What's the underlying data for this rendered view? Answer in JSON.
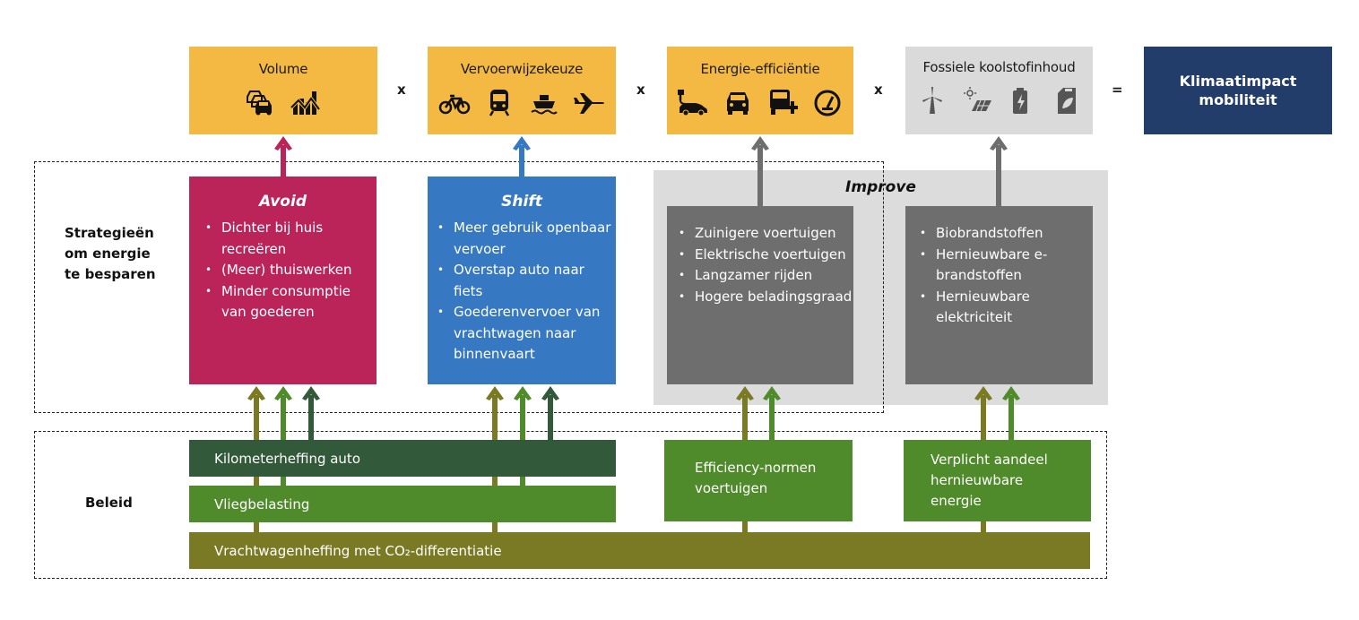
{
  "factors": [
    {
      "title": "Volume",
      "icons": [
        "traffic-jam-cars-icon",
        "growth-chart-icon"
      ]
    },
    {
      "title": "Vervoerwijzekeuze",
      "icons": [
        "bicycle-icon",
        "train-icon",
        "ship-icon",
        "airplane-icon"
      ]
    },
    {
      "title": "Energie-efficiëntie",
      "icons": [
        "electric-car-plug-icon",
        "car-front-icon",
        "truck-plus-icon",
        "speedometer-icon"
      ]
    },
    {
      "title": "Fossiele koolstofinhoud",
      "icons": [
        "wind-turbine-icon",
        "solar-panel-icon",
        "battery-charge-icon",
        "jerrycan-leaf-icon"
      ]
    }
  ],
  "operators": [
    "x",
    "x",
    "x",
    "="
  ],
  "result": {
    "line1": "Klimaatimpact",
    "line2": "mobiliteit"
  },
  "side_labels": {
    "strategies": [
      "Strategieën",
      "om energie",
      "te besparen"
    ],
    "policy": "Beleid"
  },
  "strategies": {
    "avoid": {
      "title": "Avoid",
      "items": [
        "Dichter bij huis recreëren",
        "(Meer) thuiswerken",
        "Minder consumptie van goederen"
      ]
    },
    "shift": {
      "title": "Shift",
      "items": [
        "Meer gebruik openbaar vervoer",
        "Overstap auto naar fiets",
        "Goederenvervoer van vrachtwagen naar binnenvaart"
      ]
    },
    "improve": {
      "title": "Improve",
      "efficiency_items": [
        "Zuinigere voertuigen",
        "Elektrische voertuigen",
        "Langzamer rijden",
        "Hogere beladingsgraad"
      ],
      "fuel_items": [
        "Biobrandstoffen",
        "Hernieuwbare e-brandstoffen",
        "Hernieuwbare elektriciteit"
      ]
    }
  },
  "policies": {
    "km_charge": "Kilometerheffing auto",
    "flight_tax": "Vliegbelasting",
    "truck_charge": "Vrachtwagenheffing met CO₂-differentiatie",
    "efficiency_norms": [
      "Efficiency-normen",
      "voertuigen"
    ],
    "renewable_share": [
      "Verplicht aandeel",
      "hernieuwbare",
      "energie"
    ]
  },
  "colors": {
    "factor_orange": "#f4b942",
    "factor_grey": "#dadada",
    "result_navy": "#233d6b",
    "avoid": "#bb2459",
    "shift": "#3778c2",
    "improve_light": "#dcdcdc",
    "improve_dark": "#6e6e6e",
    "policy_dark_green": "#325a3a",
    "policy_green": "#4f8a2b",
    "policy_olive": "#7a7a25"
  }
}
